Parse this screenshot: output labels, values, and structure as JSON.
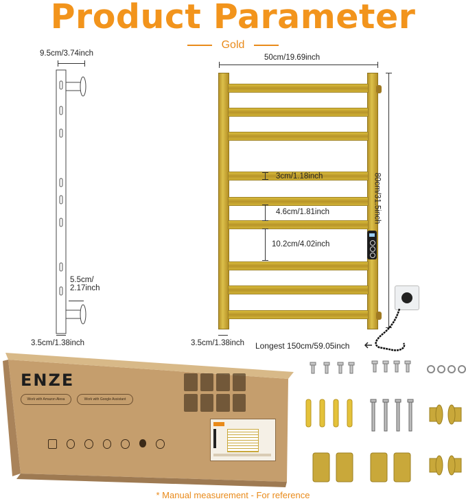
{
  "title": "Product Parameter",
  "subtitle": "Gold",
  "footer": "* Manual measurement - For reference",
  "dimensions": {
    "side_depth": "9.5cm/3.74inch",
    "width": "50cm/19.69inch",
    "height": "80cm/31.5inch",
    "bar_gap_small": "3cm/1.18inch",
    "bar_gap_medium": "4.6cm/1.81inch",
    "bar_gap_large": "10.2cm/4.02inch",
    "bracket_spacing_line1": "5.5cm/",
    "bracket_spacing_line2": "2.17inch",
    "side_base_width": "3.5cm/1.38inch",
    "post_width": "3.5cm/1.38inch",
    "cord_length": "Longest 150cm/59.05inch"
  },
  "package": {
    "brand": "ENZE",
    "works_alexa": "Work with Amazon Alexa",
    "works_google": "Work with Google Assistant"
  },
  "colors": {
    "accent": "#f2941c",
    "gold": "#c9a83a",
    "cardboard": "#c59e6d"
  }
}
